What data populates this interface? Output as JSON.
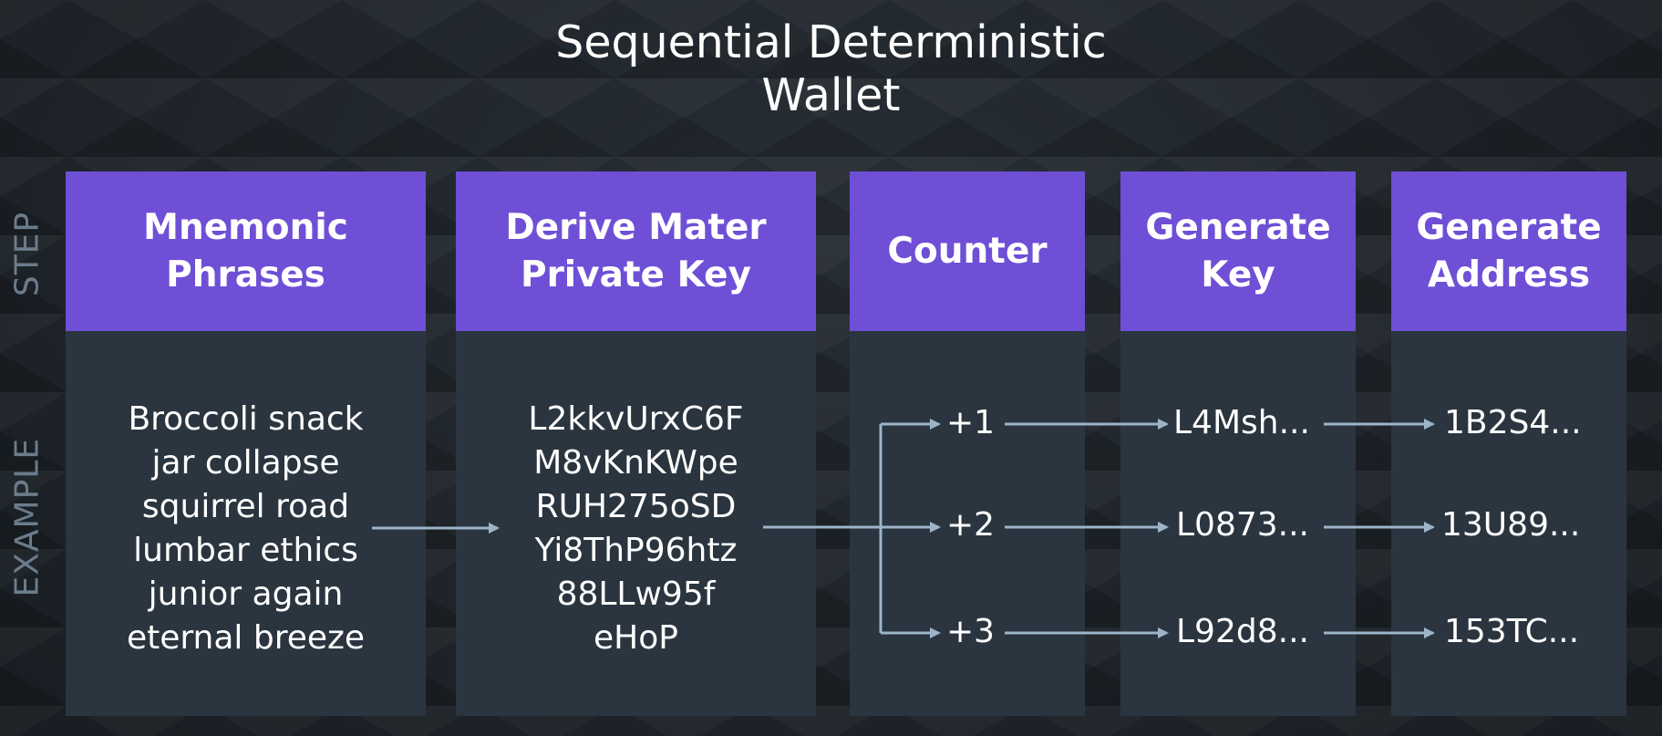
{
  "title": {
    "line1": "Sequential Deterministic",
    "line2": "Wallet"
  },
  "row_labels": {
    "step": "STEP",
    "example": "EXAMPLE"
  },
  "columns": [
    {
      "step": "Mnemonic\nPhrases"
    },
    {
      "step": "Derive Mater\nPrivate Key"
    },
    {
      "step": "Counter"
    },
    {
      "step": "Generate\nKey"
    },
    {
      "step": "Generate\nAddress"
    }
  ],
  "examples": {
    "mnemonic": "Broccoli snack\njar collapse\nsquirrel road\nlumbar ethics\njunior again\neternal breeze",
    "master_key": "L2kkvUrxC6F\nM8vKnKWpe\nRUH275oSD\nYi8ThP96htz\n88LLw95f\neHoP",
    "counters": [
      "+1",
      "+2",
      "+3"
    ],
    "keys": [
      "L4Msh...",
      "L0873...",
      "L92d8..."
    ],
    "addresses": [
      "1B2S4...",
      "13U89...",
      "153TC..."
    ]
  },
  "colors": {
    "header": "#6f4fd6",
    "column_body": "#2b353f",
    "arrow": "#9db4c8",
    "row_label": "#6b7c8c"
  }
}
